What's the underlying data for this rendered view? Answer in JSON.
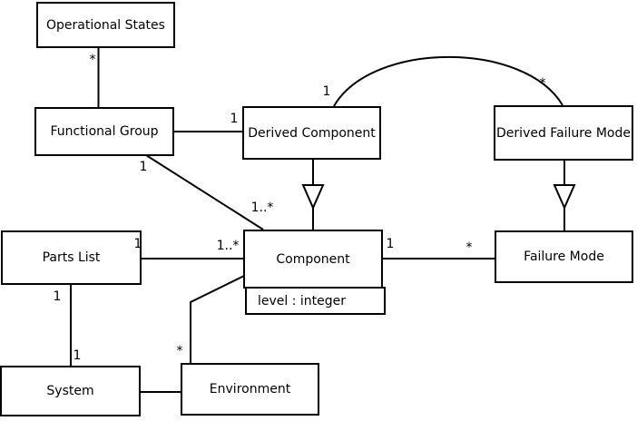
{
  "diagram_type": "uml-class-diagram",
  "colors": {
    "line": "#000000",
    "box_border": "#000000",
    "box_fill": "#ffffff",
    "background": "#ffffff",
    "text": "#000000"
  },
  "classes": {
    "operational_states": {
      "name": "Operational States"
    },
    "functional_group": {
      "name": "Functional Group"
    },
    "derived_component": {
      "name": "Derived Component"
    },
    "derived_failure_mode": {
      "name": "Derived Failure Mode"
    },
    "parts_list": {
      "name": "Parts List"
    },
    "component": {
      "name": "Component",
      "attribute": "level : integer"
    },
    "failure_mode": {
      "name": "Failure Mode"
    },
    "system": {
      "name": "System"
    },
    "environment": {
      "name": "Environment"
    }
  },
  "multiplicities": {
    "opstates_fg_star": "*",
    "fg_dc_one": "1",
    "fg_comp_one": "1",
    "fg_comp_onestar": "1..*",
    "arc_dc_one": "1",
    "arc_dfm_star": "*",
    "pl_comp_one": "1",
    "pl_comp_onestar": "1..*",
    "comp_fm_one": "1",
    "comp_fm_star": "*",
    "pl_sys_one_top": "1",
    "pl_sys_one_bottom": "1",
    "env_comp_star": "*"
  },
  "relationships": [
    "Operational States * — Functional Group",
    "Functional Group 1 — 1 Derived Component",
    "Functional Group 1 — 1..* Component",
    "Derived Component 1 — * Derived Failure Mode (arc)",
    "Derived Component —|> Component (generalization)",
    "Derived Failure Mode —|> Failure Mode (generalization)",
    "Parts List 1 — 1..* Component",
    "Component 1 — * Failure Mode",
    "Parts List 1 — 1 System",
    "System — Environment",
    "Environment * — Component"
  ]
}
